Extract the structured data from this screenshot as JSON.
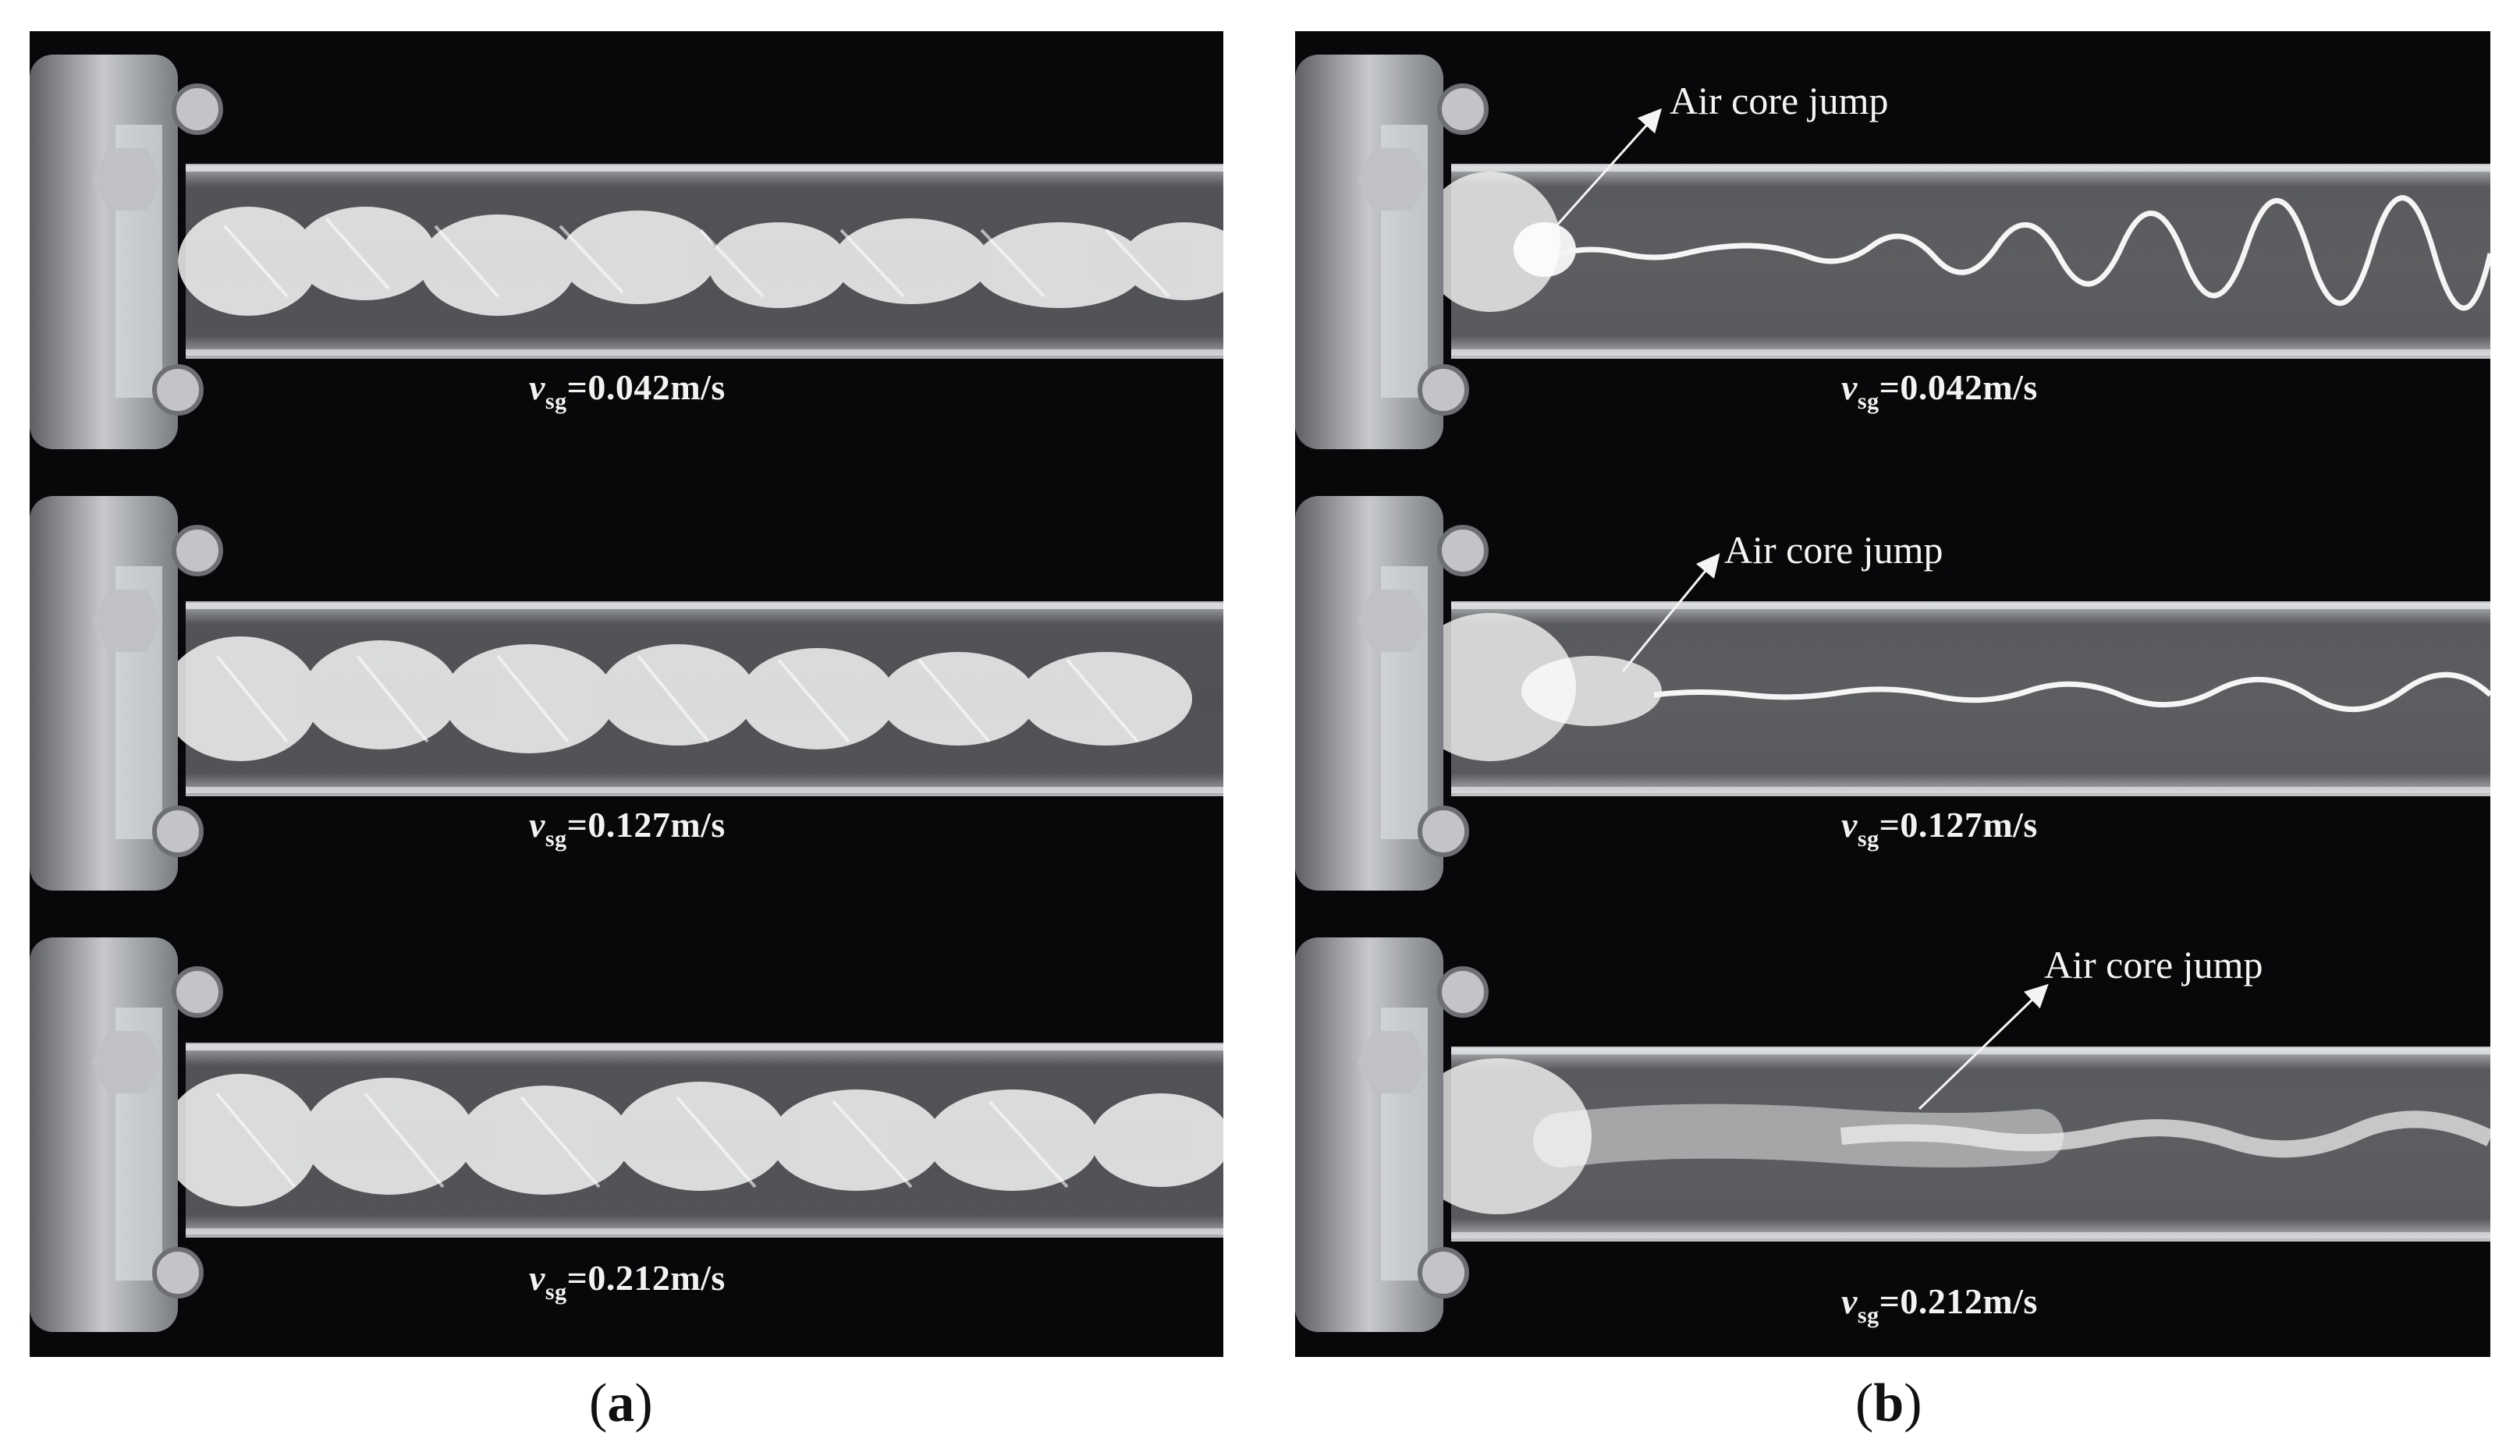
{
  "panel_a": {
    "caption_open": "(",
    "caption_letter": "a",
    "caption_close": ")",
    "rows": [
      {
        "velocity_symbol": "v",
        "velocity_subscript": "sg",
        "velocity_value": "=0.042m/s"
      },
      {
        "velocity_symbol": "v",
        "velocity_subscript": "sg",
        "velocity_value": "=0.127m/s"
      },
      {
        "velocity_symbol": "v",
        "velocity_subscript": "sg",
        "velocity_value": "=0.212m/s"
      }
    ]
  },
  "panel_b": {
    "caption_open": "(",
    "caption_letter": "b",
    "caption_close": ")",
    "rows": [
      {
        "annotation": "Air core jump",
        "velocity_symbol": "v",
        "velocity_subscript": "sg",
        "velocity_value": "=0.042m/s"
      },
      {
        "annotation": "Air core jump",
        "velocity_symbol": "v",
        "velocity_subscript": "sg",
        "velocity_value": "=0.127m/s"
      },
      {
        "annotation": "Air core jump",
        "velocity_symbol": "v",
        "velocity_subscript": "sg",
        "velocity_value": "=0.212m/s"
      }
    ]
  },
  "colors": {
    "background": "#08080a",
    "pipe_glass": "#b9bcc0",
    "bubbles": "#f3f3f3",
    "flange_metal": "#a9abae",
    "text": "#f2f2f2"
  }
}
